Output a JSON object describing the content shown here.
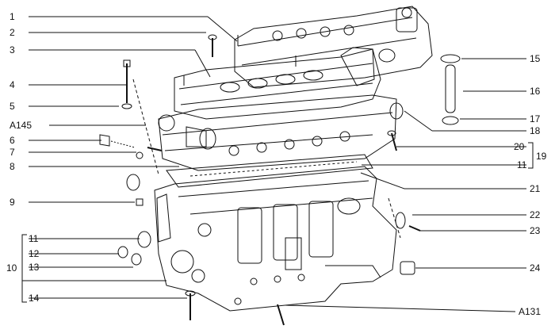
{
  "callouts": {
    "left": [
      "1",
      "2",
      "3",
      "4",
      "5",
      "A145",
      "6",
      "7",
      "8",
      "9",
      "11",
      "12",
      "13",
      "10",
      "14"
    ],
    "right": [
      "15",
      "16",
      "17",
      "18",
      "20",
      "19",
      "11",
      "21",
      "22",
      "23",
      "24",
      "A131"
    ]
  },
  "colors": {
    "ink": "#111111",
    "background": "#ffffff"
  }
}
